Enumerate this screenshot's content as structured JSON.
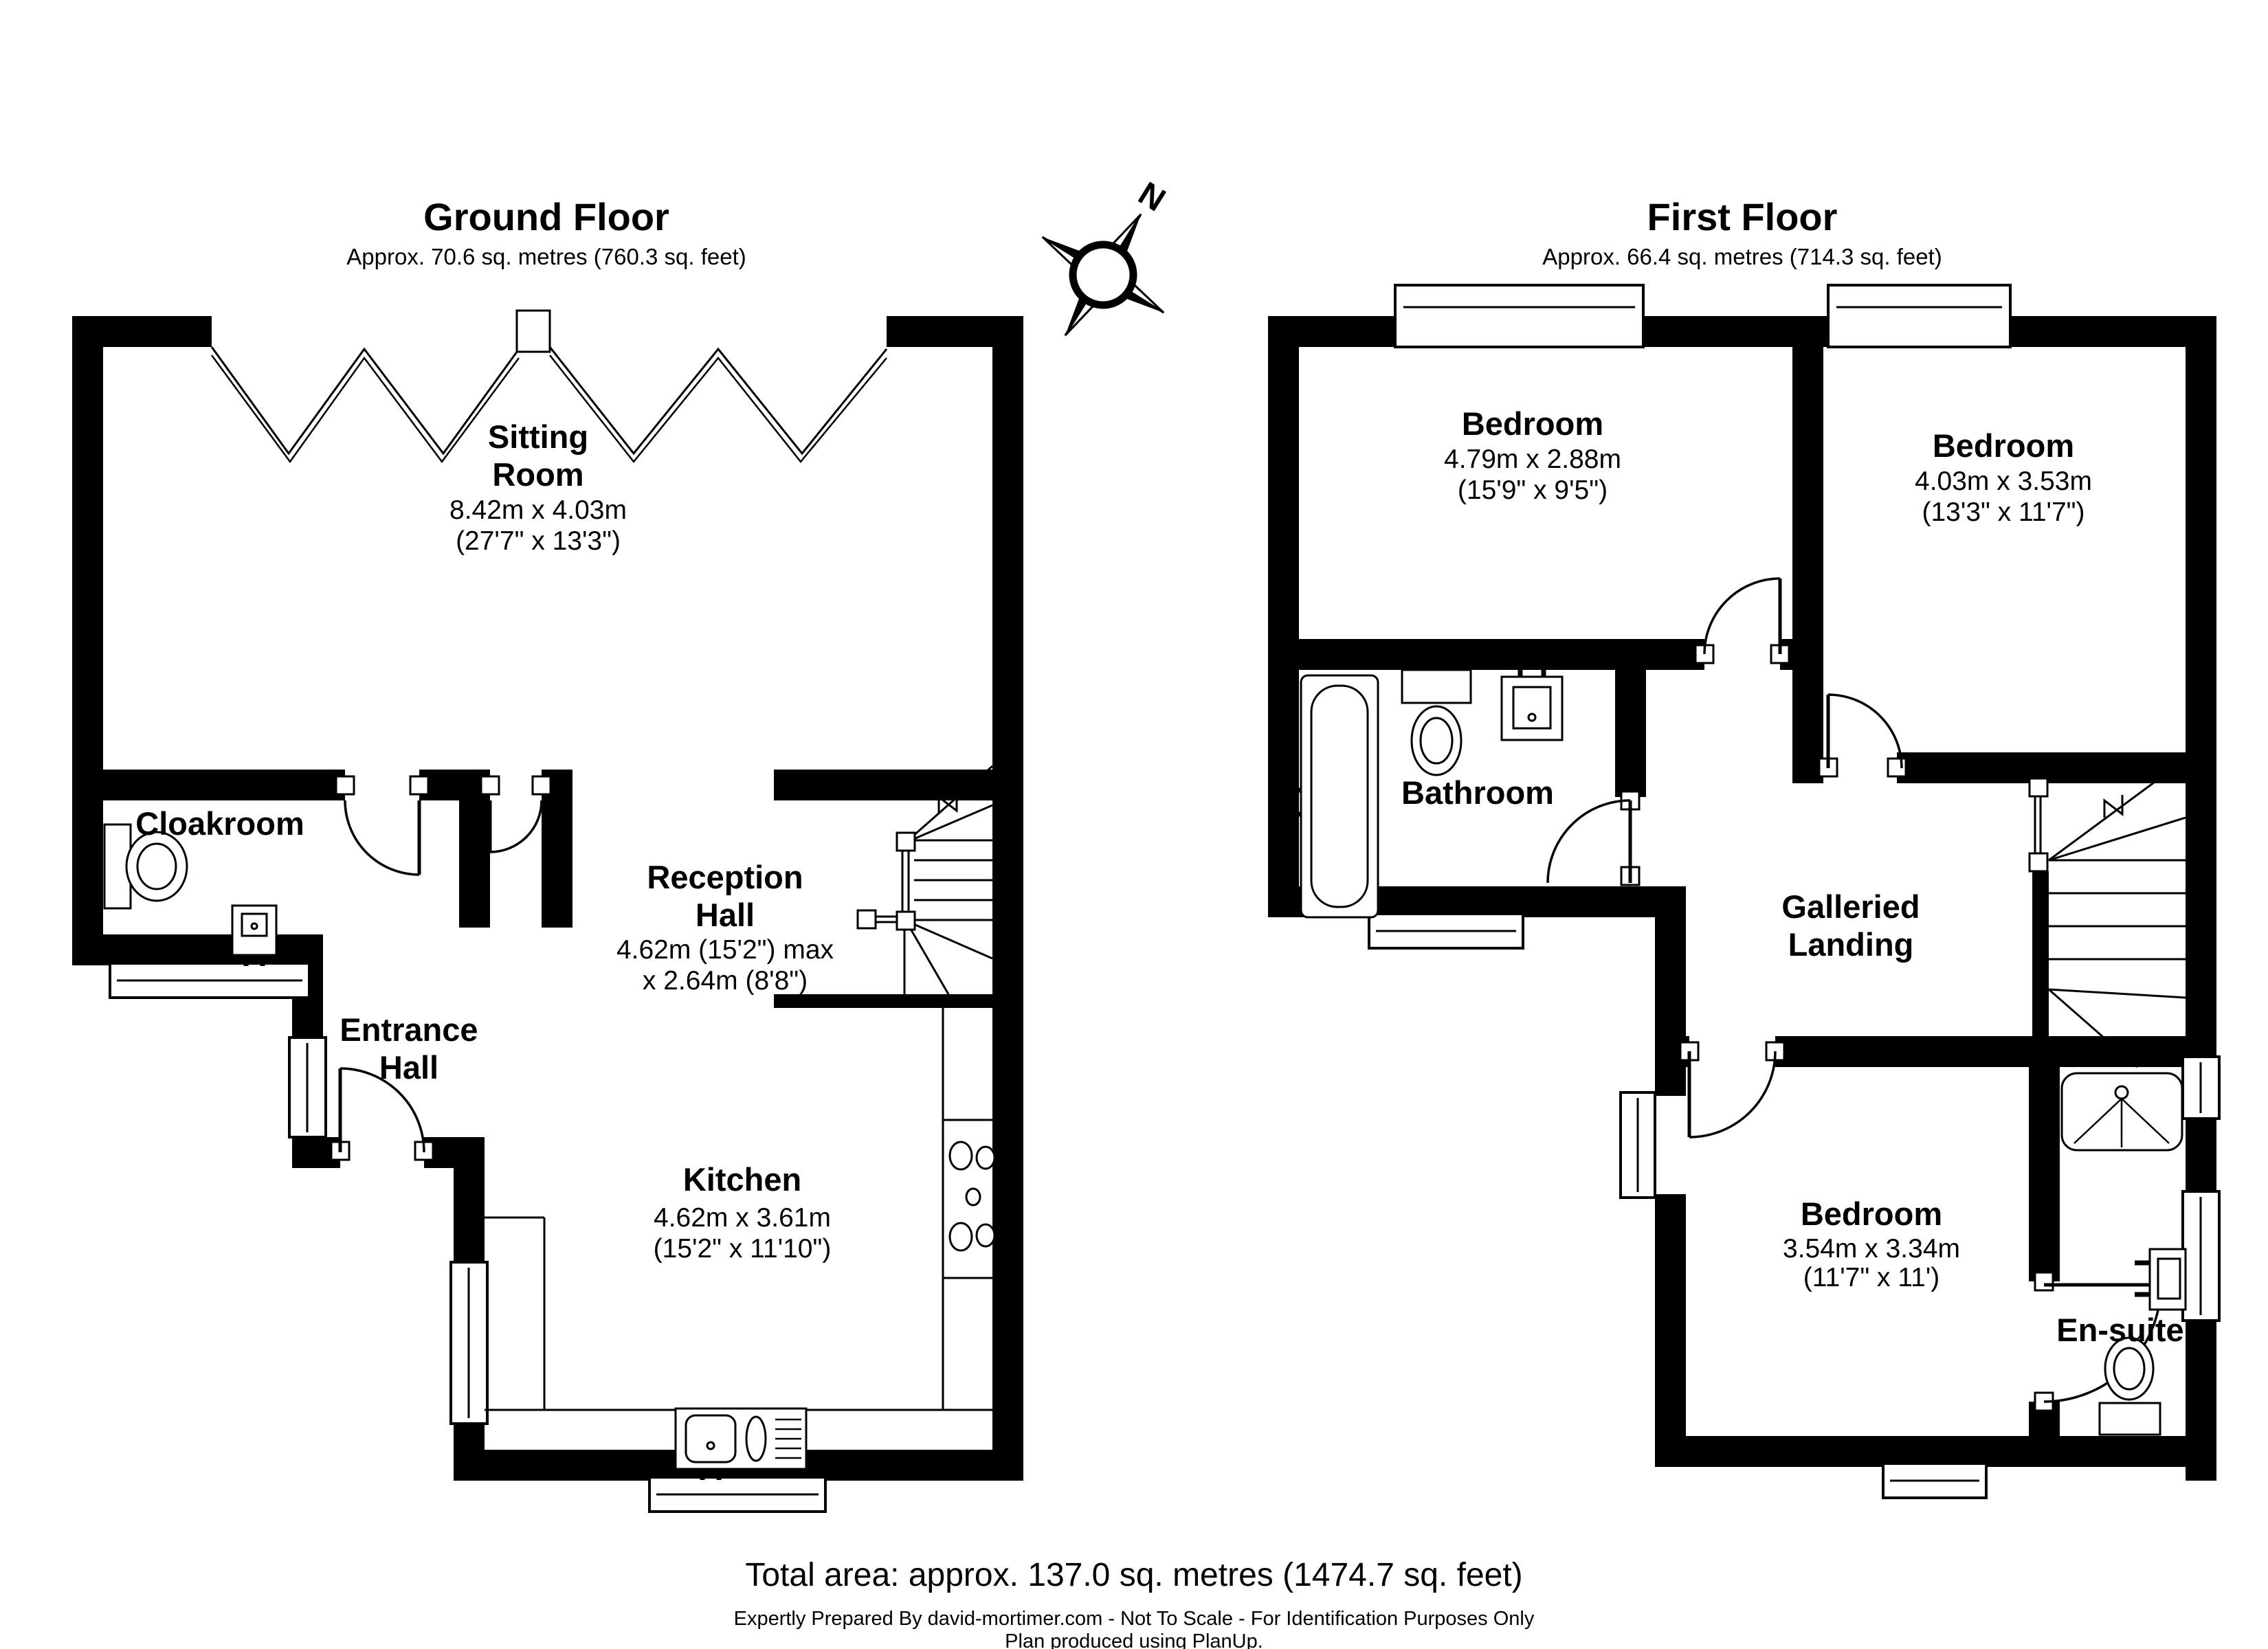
{
  "page": {
    "background": "#ffffff",
    "wall_color": "#000000"
  },
  "compass": {
    "label": "N"
  },
  "ground_floor": {
    "title": "Ground Floor",
    "subtitle": "Approx. 70.6 sq. metres (760.3 sq. feet)",
    "rooms": {
      "sitting": {
        "name_line1": "Sitting",
        "name_line2": "Room",
        "dims_metric": "8.42m x 4.03m",
        "dims_imperial": "(27'7\" x 13'3\")"
      },
      "cloakroom": {
        "name": "Cloakroom"
      },
      "entrance": {
        "name_line1": "Entrance",
        "name_line2": "Hall"
      },
      "reception": {
        "name_line1": "Reception",
        "name_line2": "Hall",
        "dims_metric": "4.62m (15'2\") max",
        "dims_imperial": "x 2.64m (8'8\")"
      },
      "kitchen": {
        "name": "Kitchen",
        "dims_metric": "4.62m x 3.61m",
        "dims_imperial": "(15'2\" x 11'10\")"
      }
    }
  },
  "first_floor": {
    "title": "First Floor",
    "subtitle": "Approx. 66.4 sq. metres (714.3 sq. feet)",
    "rooms": {
      "bedroom1": {
        "name": "Bedroom",
        "dims_metric": "4.79m x 2.88m",
        "dims_imperial": "(15'9\" x 9'5\")"
      },
      "bedroom2": {
        "name": "Bedroom",
        "dims_metric": "4.03m x 3.53m",
        "dims_imperial": "(13'3\" x 11'7\")"
      },
      "bathroom": {
        "name": "Bathroom"
      },
      "landing": {
        "name_line1": "Galleried",
        "name_line2": "Landing"
      },
      "bedroom3": {
        "name": "Bedroom",
        "dims_metric": "3.54m x 3.34m",
        "dims_imperial": "(11'7\" x 11')"
      },
      "ensuite": {
        "name": "En-suite"
      }
    }
  },
  "footer": {
    "total_area": "Total area: approx. 137.0 sq. metres (1474.7 sq. feet)",
    "credit_line1": "Expertly Prepared By david-mortimer.com - Not To Scale - For Identification Purposes Only",
    "credit_line2": "Plan produced using PlanUp."
  }
}
